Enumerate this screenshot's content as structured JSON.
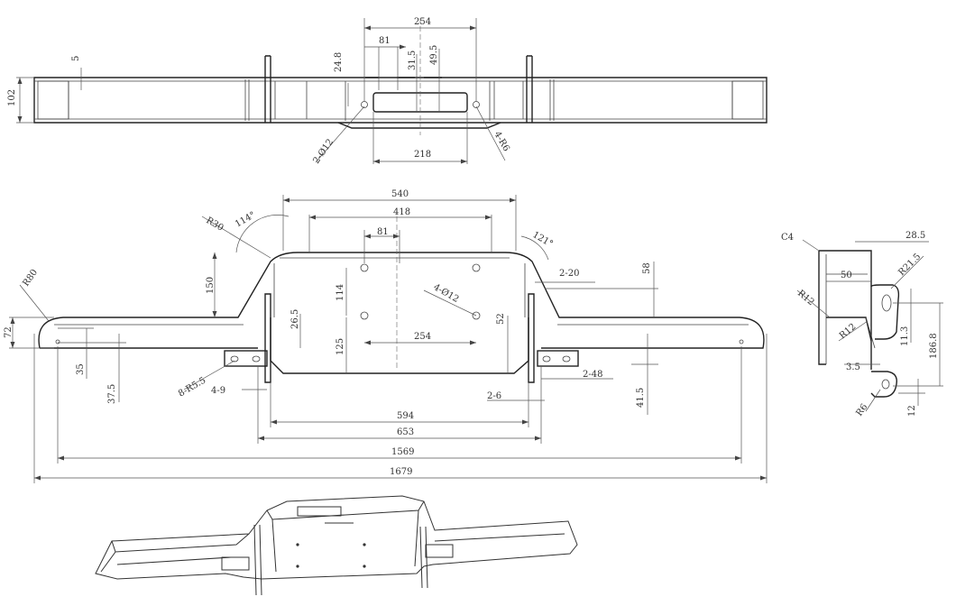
{
  "top_view": {
    "dims": {
      "d254": "254",
      "d81": "81",
      "d24_8": "24.8",
      "d31_5": "31.5",
      "d49_5": "49.5",
      "d5": "5",
      "d102": "102",
      "d218": "218",
      "hole_2": "2-Ø12",
      "hole_4": "4-R6"
    }
  },
  "front_view": {
    "dims": {
      "d540": "540",
      "d418": "418",
      "d81": "81",
      "a114": "114°",
      "r30": "R30",
      "a121": "121°",
      "d2_20": "2-20",
      "d58": "58",
      "d150": "150",
      "d114": "114",
      "hole_4": "4-Ø12",
      "d26_5": "26.5",
      "d52": "52",
      "d125": "125",
      "d254": "254",
      "r80": "R80",
      "d72": "72",
      "d35": "35",
      "d37_5": "37.5",
      "r8": "8-R5.5",
      "d4_9": "4-9",
      "d2_48": "2-48",
      "d41_5": "41.5",
      "d2_6": "2-6",
      "d594": "594",
      "d653": "653",
      "d1569": "1569",
      "d1679": "1679"
    }
  },
  "side_view": {
    "dims": {
      "c4": "C4",
      "d28_5": "28.5",
      "d50": "50",
      "r21_5": "R21.5",
      "r12a": "R12",
      "r12b": "R12",
      "d11_3": "11.3",
      "d186_8": "186.8",
      "d3_5": "3.5",
      "r6": "R6",
      "d12": "12"
    }
  }
}
